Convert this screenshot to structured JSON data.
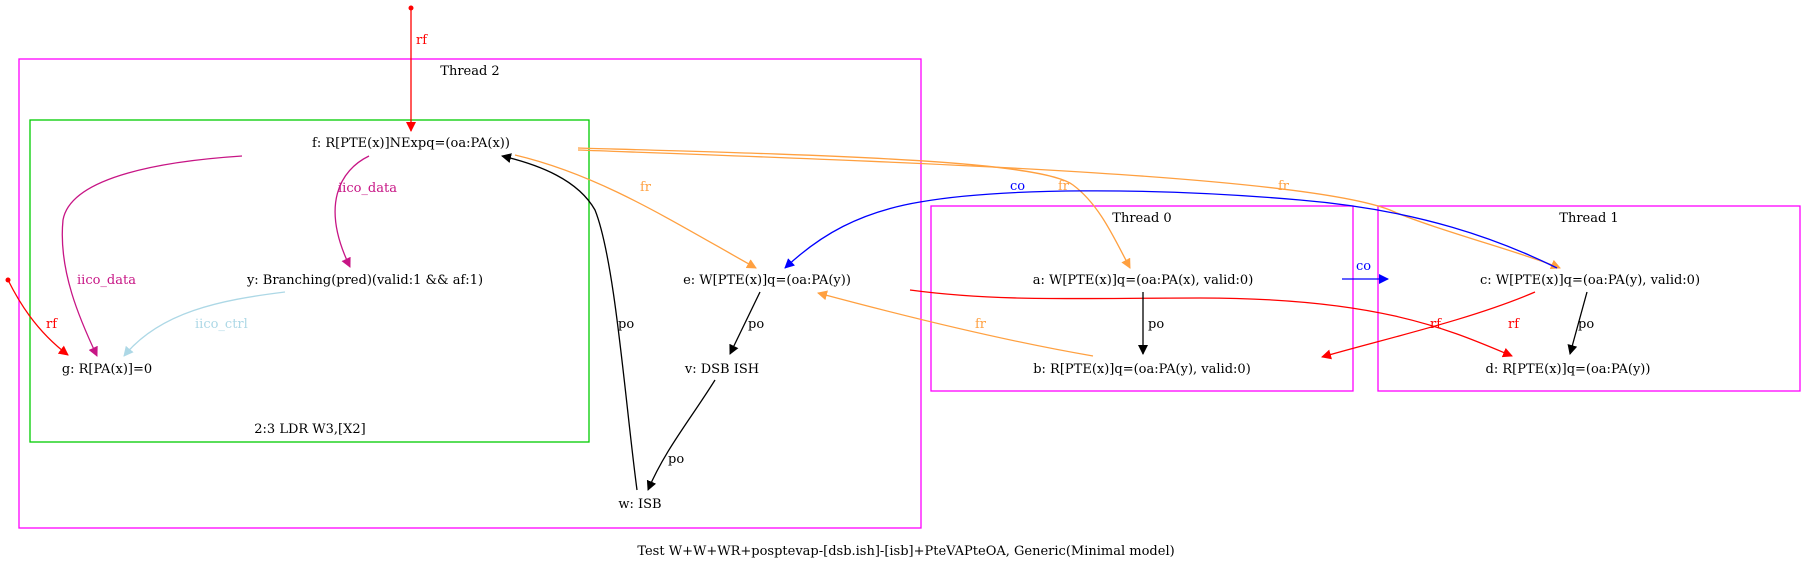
{
  "caption": "Test W+W+WR+posptevap-[dsb.ish]-[isb]+PteVAPteOA, Generic(Minimal model)",
  "clusters": {
    "thread2": "Thread 2",
    "inner": "2:3 LDR W3,[X2]",
    "thread0": "Thread 0",
    "thread1": "Thread 1"
  },
  "nodes": {
    "f": "f: R[PTE(x)]NExpq=(oa:PA(x))",
    "y": "y: Branching(pred)(valid:1 && af:1)",
    "g": "g: R[PA(x)]=0",
    "e": "e: W[PTE(x)]q=(oa:PA(y))",
    "v": "v: DSB ISH",
    "w": "w: ISB",
    "a": "a: W[PTE(x)]q=(oa:PA(x), valid:0)",
    "b": "b: R[PTE(x)]q=(oa:PA(y), valid:0)",
    "c": "c: W[PTE(x)]q=(oa:PA(y), valid:0)",
    "d": "d: R[PTE(x)]q=(oa:PA(y))"
  },
  "edge_labels": {
    "rf": "rf",
    "fr": "fr",
    "co": "co",
    "po": "po",
    "iico_data": "iico_data",
    "iico_ctrl": "iico_ctrl"
  },
  "colors": {
    "cluster": "#ff00ff",
    "inner_cluster": "#00cc00",
    "rf": "#ff0000",
    "fr": "#ffa040",
    "co": "#0000ff",
    "po": "#000000",
    "iico_data": "#c71585",
    "iico_ctrl": "#add8e6"
  }
}
